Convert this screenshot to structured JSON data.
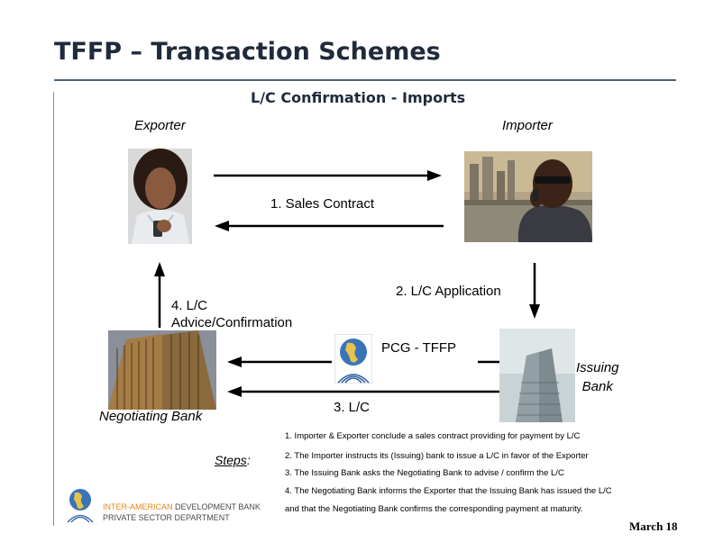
{
  "slide": {
    "title": "TFFP – Transaction Schemes",
    "subtitle": "L/C Confirmation - Imports",
    "date": "March 18"
  },
  "parties": {
    "exporter": "Exporter",
    "importer": "Importer",
    "negotiating_bank": "Negotiating Bank",
    "issuing_bank_line1": "Issuing",
    "issuing_bank_line2": "Bank",
    "pcg": "PCG - TFFP"
  },
  "flows": {
    "sales_contract": "1. Sales Contract",
    "lc_application": "2. L/C Application",
    "lc": "3. L/C",
    "advice_line1": "4. L/C",
    "advice_line2": "Advice/Confirmation"
  },
  "steps": {
    "label": "Steps",
    "colon": ":",
    "items": [
      "1. Importer & Exporter conclude a sales contract providing for payment by L/C",
      "2. The Importer instructs its (Issuing) bank to issue a L/C in favor of the Exporter",
      "3. The Issuing Bank asks the Negotiating Bank to advise / confirm the L/C",
      "4. The Negotiating Bank informs the Exporter that the Issuing Bank has issued the L/C",
      "and that the Negotiating Bank confirms the corresponding payment at maturity."
    ]
  },
  "footer": {
    "org_prefix": "INTER-AMERICAN ",
    "org_suffix": "DEVELOPMENT BANK",
    "dept": "PRIVATE SECTOR DEPARTMENT"
  },
  "colors": {
    "title": "#1f2a3a",
    "rule": "#4f6377",
    "accent": "#e08a1e"
  }
}
